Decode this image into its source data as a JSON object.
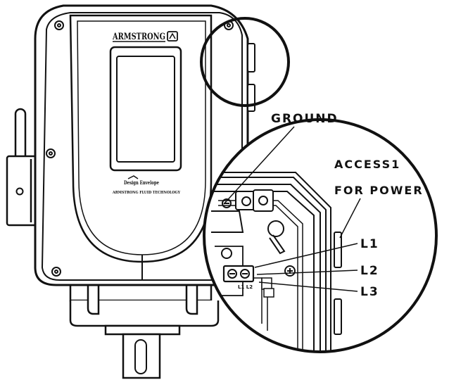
{
  "brand": {
    "logo_text": "ARMSTRONG",
    "tagline": "ARMSTRONG FLUID TECHNOLOGY",
    "sub_logo": "Design Envelope"
  },
  "callouts": {
    "ground": "GROUND",
    "access_line1": "ACCESS1",
    "access_line2": "FOR POWER",
    "l1": "L1",
    "l2": "L2",
    "l3": "L3"
  },
  "terminal_marking": "L1 L2",
  "colors": {
    "line": "#111111",
    "background": "#ffffff",
    "inner_panel": "#f4f4f4"
  }
}
